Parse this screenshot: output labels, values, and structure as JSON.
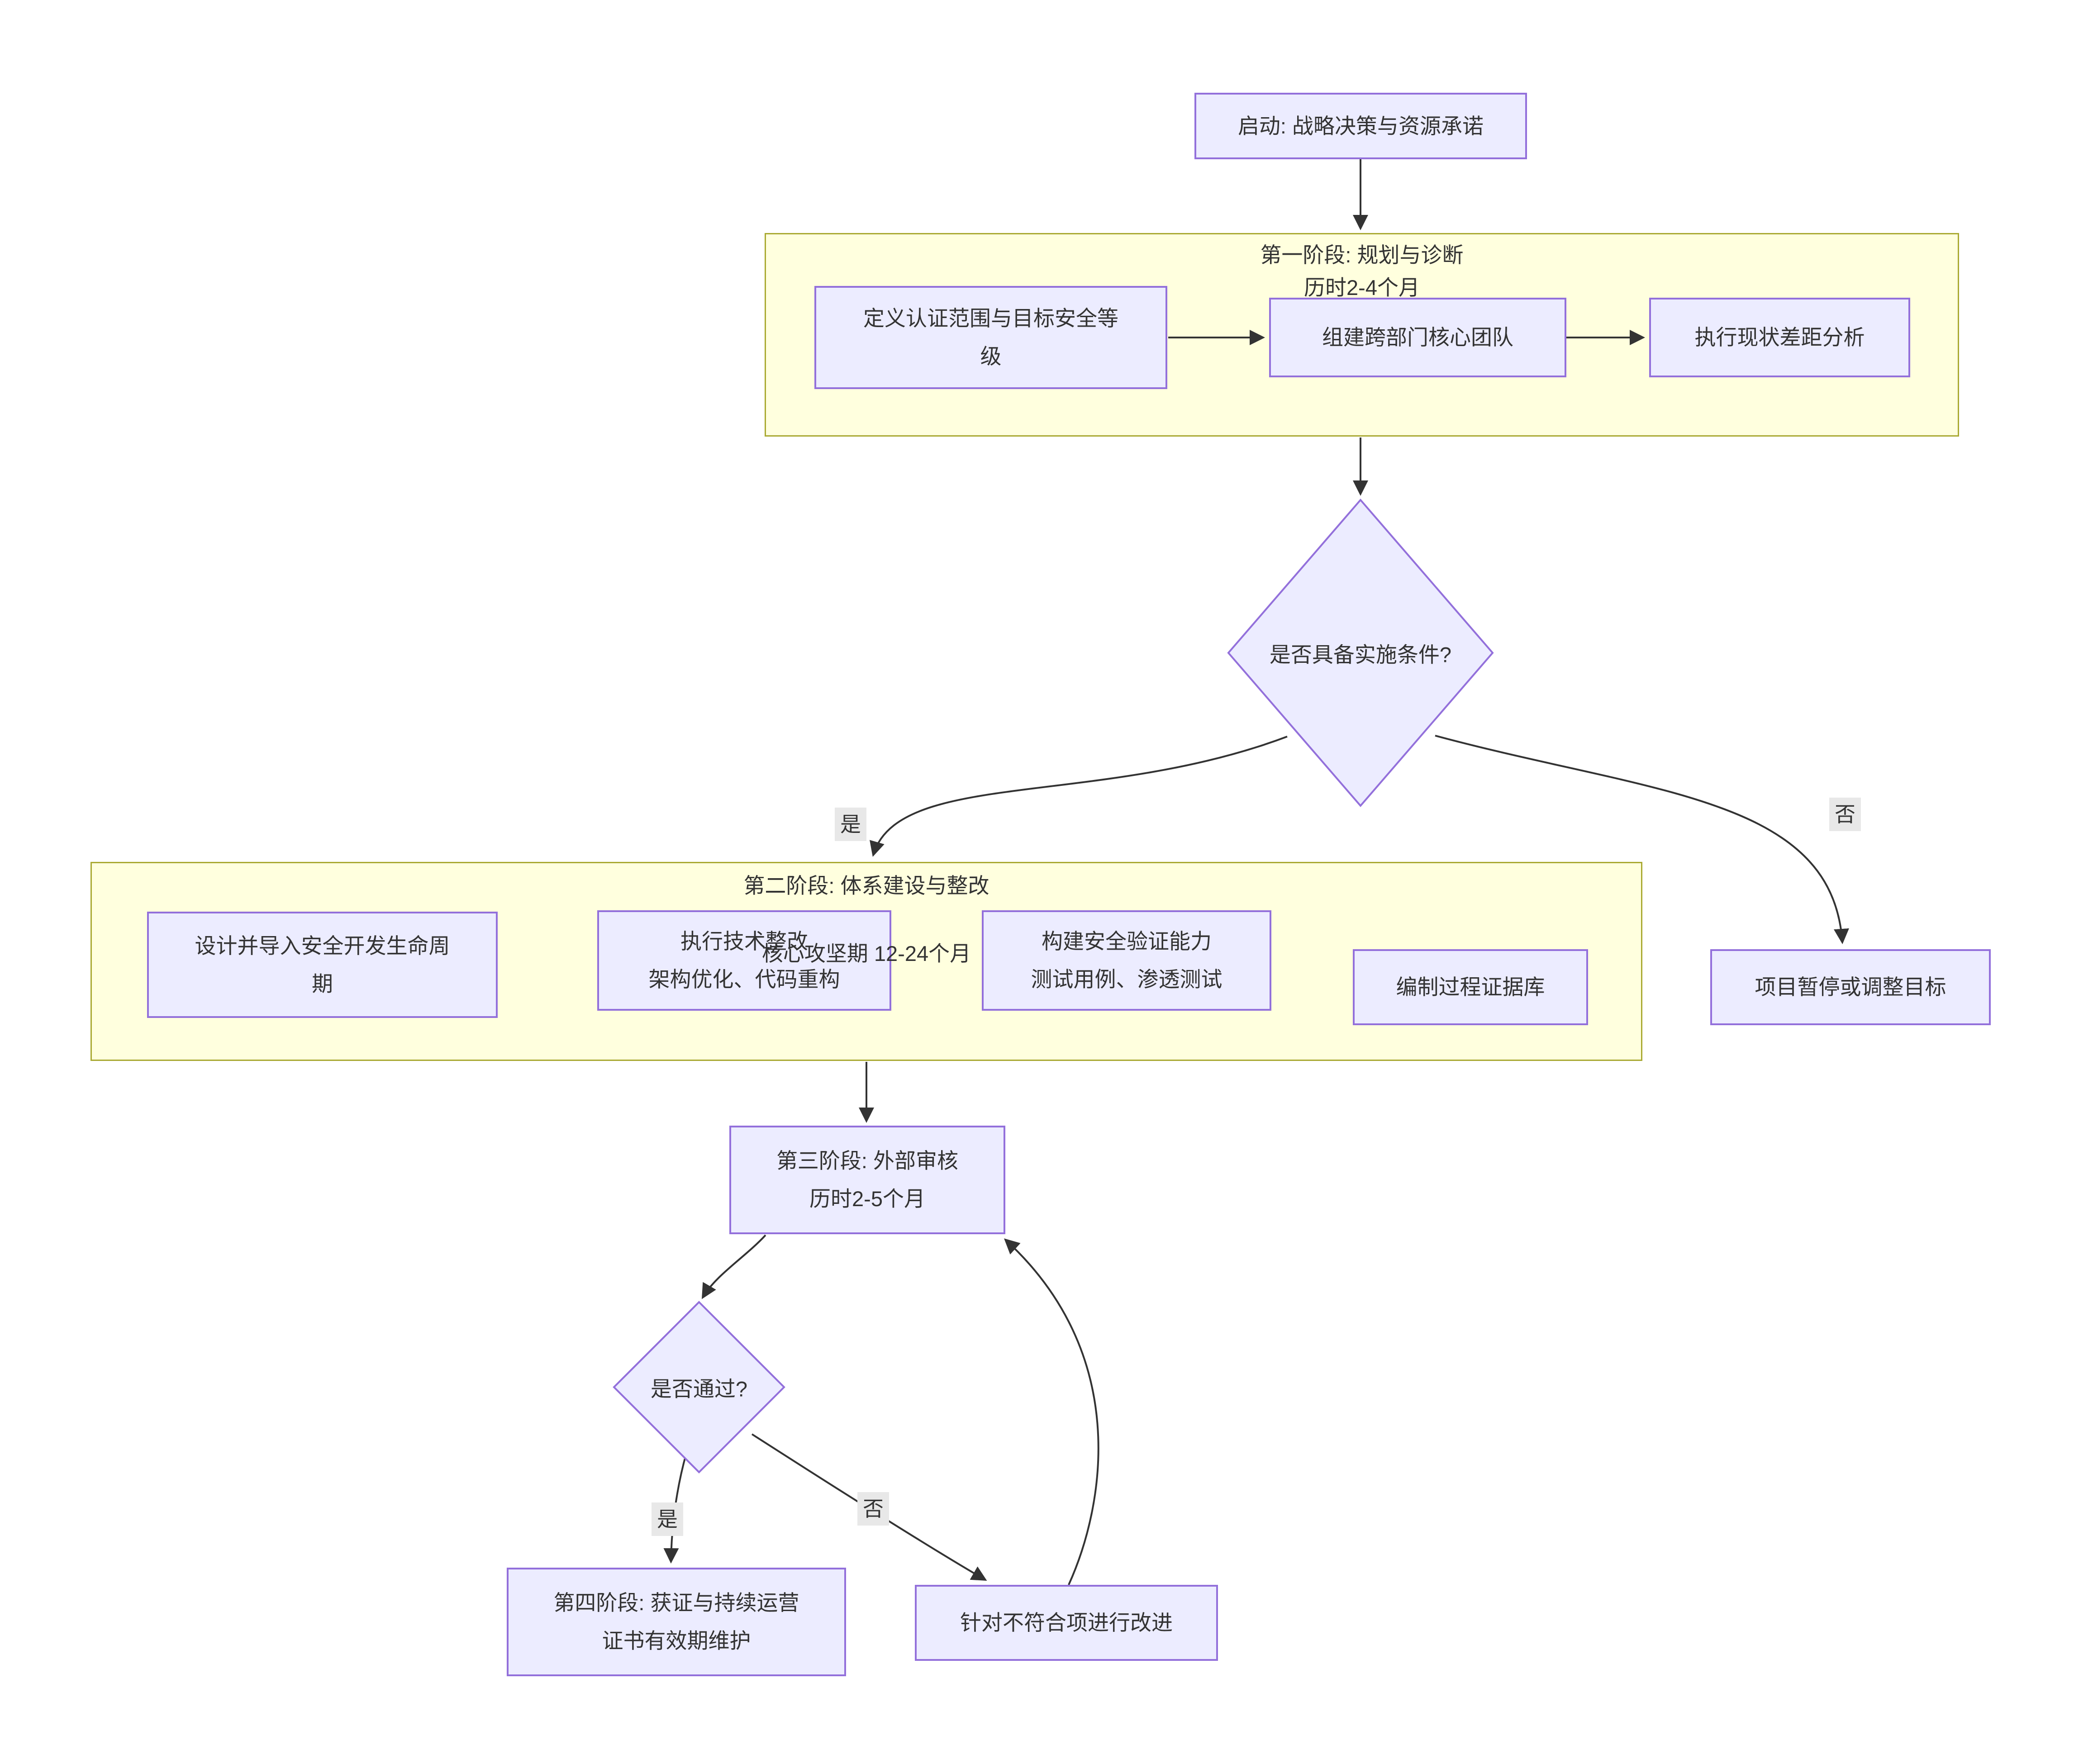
{
  "nodes": {
    "start": {
      "label": "启动: 战略决策与资源承诺"
    },
    "s1b1": {
      "line1": "定义认证范围与目标安全等",
      "line2": "级"
    },
    "s1b2": {
      "label": "组建跨部门核心团队"
    },
    "s1b3": {
      "label": "执行现状差距分析"
    },
    "d1": {
      "label": "是否具备实施条件?"
    },
    "s2b1": {
      "line1": "设计并导入安全开发生命周",
      "line2": "期"
    },
    "s2b2": {
      "line1": "执行技术整改",
      "line2": "架构优化、代码重构"
    },
    "s2b3": {
      "line1": "构建安全验证能力",
      "line2": "测试用例、渗透测试"
    },
    "s2b4": {
      "label": "编制过程证据库"
    },
    "pause": {
      "label": "项目暂停或调整目标"
    },
    "stage3": {
      "line1": "第三阶段: 外部审核",
      "line2": "历时2-5个月"
    },
    "d2": {
      "label": "是否通过?"
    },
    "stage4": {
      "line1": "第四阶段: 获证与持续运营",
      "line2": "证书有效期维护"
    },
    "fix": {
      "label": "针对不符合项进行改进"
    }
  },
  "subgraphs": {
    "stage1": {
      "title_line1": "第一阶段: 规划与诊断",
      "title_line2": "历时2-4个月"
    },
    "stage2": {
      "title_line1": "第二阶段: 体系建设与整改",
      "title_line2": "核心攻坚期 12-24个月"
    }
  },
  "edge_labels": {
    "yes1": "是",
    "no1": "否",
    "yes2": "是",
    "no2": "否"
  },
  "colors": {
    "node_fill": "#ECECFF",
    "node_border": "#9370DB",
    "subgraph_fill": "#FFFFDE",
    "subgraph_border": "#AAAA33",
    "edge": "#333333",
    "edge_label_bg": "#E8E8E8",
    "text": "#333333"
  }
}
